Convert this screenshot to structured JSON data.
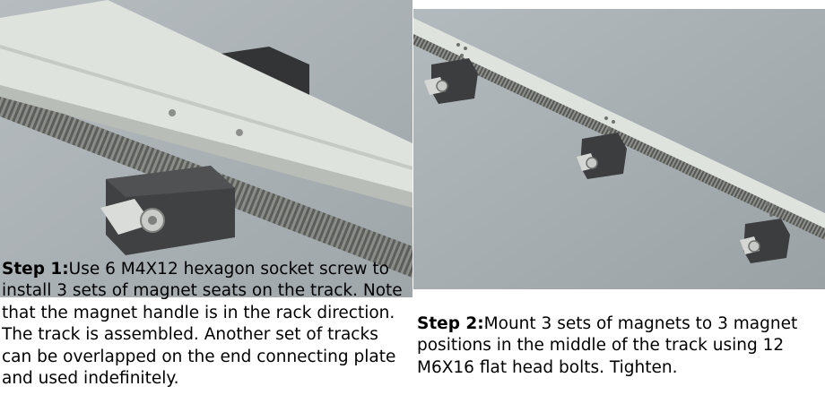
{
  "step1": {
    "label": "Step 1:",
    "text": "Use 6 M4X12 hexagon socket screw to install 3 sets of magnet seats on the track. Note that the magnet handle is in the rack direction. The track is assembled. Another set of tracks can be overlapped on the end connecting plate and used indefinitely.",
    "image": "track-magnet-seat-closeup"
  },
  "step2": {
    "label": "Step 2:",
    "text": "Mount 3 sets of magnets to 3 magnet positions in the middle of the track using 12 M6X16 flat head bolts. Tighten.",
    "image": "track-three-magnets-overview"
  },
  "colors": {
    "background_render": "#a7afb3",
    "track": "#dadfda",
    "rack": "#6d6f6c",
    "magnet_block": "#3a3a3b"
  }
}
